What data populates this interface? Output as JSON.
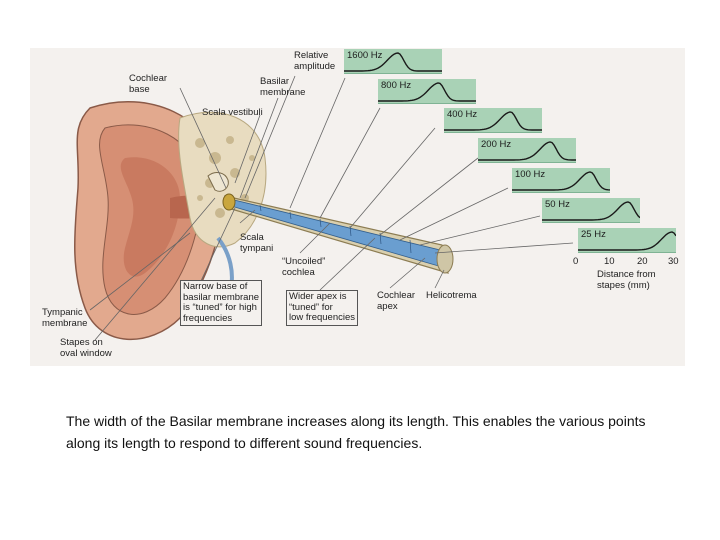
{
  "labels": {
    "relative_amplitude": "Relative\namplitude",
    "cochlear_base": "Cochlear\nbase",
    "basilar_membrane": "Basilar\nmembrane",
    "scala_vestibuli": "Scala vestibuli",
    "scala_tympani": "Scala\ntympani",
    "uncoiled_cochlea": "“Uncoiled”\ncochlea",
    "narrow_base": "Narrow base of\nbasilar membrane\nis “tuned” for high\nfrequencies",
    "wider_apex": "Wider apex is\n“tuned” for\nlow frequencies",
    "cochlear_apex": "Cochlear\napex",
    "helicotrema": "Helicotrema",
    "tympanic_membrane": "Tympanic\nmembrane",
    "stapes": "Stapes on\noval window",
    "distance_axis": "Distance from\nstapes (mm)"
  },
  "frequency_panels": [
    {
      "label": "1600 Hz",
      "peak": 0.55
    },
    {
      "label": "800 Hz",
      "peak": 0.62
    },
    {
      "label": "400 Hz",
      "peak": 0.68
    },
    {
      "label": "200 Hz",
      "peak": 0.74
    },
    {
      "label": "100 Hz",
      "peak": 0.8
    },
    {
      "label": "50 Hz",
      "peak": 0.88
    },
    {
      "label": "25 Hz",
      "peak": 0.96
    }
  ],
  "distance_ticks": [
    "0",
    "10",
    "20",
    "30"
  ],
  "caption": "The width of the Basilar membrane increases along its length. This enables the various points along its length to respond to different sound frequencies.",
  "colors": {
    "panel_green": "#a9d2b6",
    "membrane_blue": "#6a9ed0",
    "ear_skin": "#e2a98e",
    "bone": "#e8dcc0"
  }
}
